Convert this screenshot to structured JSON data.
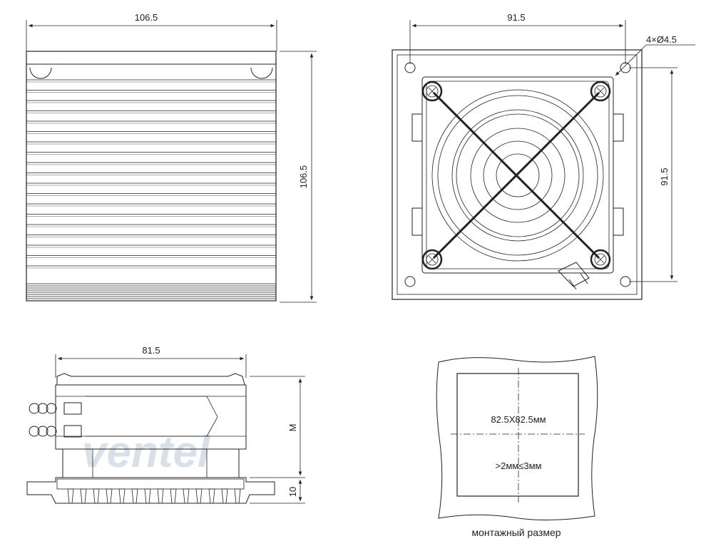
{
  "front_view": {
    "width_label": "106.5",
    "height_label": "106.5"
  },
  "grille_view": {
    "width_label": "91.5",
    "height_label": "91.5",
    "holes_label": "4×Ø4.5"
  },
  "side_view": {
    "width_label": "81.5",
    "depth_label": "M",
    "flange_label": "10"
  },
  "cutout_view": {
    "size_label": "82.5X82.5мм",
    "wall_label": ">2мм≤3мм",
    "caption": "монтажный размер"
  },
  "watermark": {
    "text": "ventel"
  },
  "colors": {
    "line": "#222222",
    "watermark": "#b9c7d6"
  }
}
